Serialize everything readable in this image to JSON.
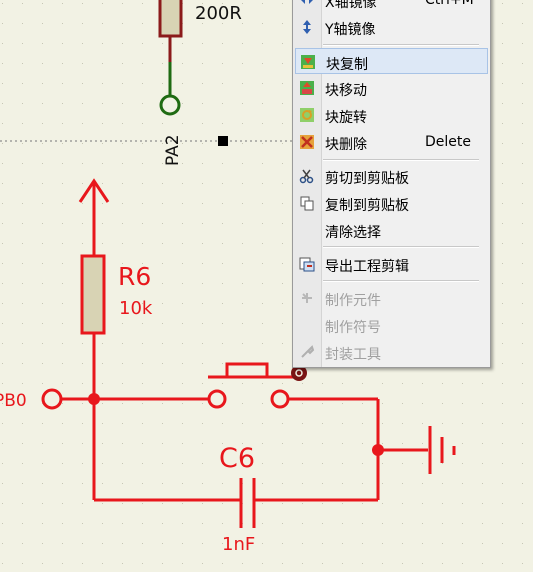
{
  "schematic": {
    "top_resistor_value": "200R",
    "top_net_label": "PA2",
    "r6_ref": "R6",
    "r6_value": "10k",
    "c6_ref": "C6",
    "c6_value": "1nF",
    "left_net_label": "PB0",
    "colors": {
      "grid": "#bdbdbd",
      "wire_red": "#e8171c",
      "wire_green": "#1f6b12",
      "body_fill": "#d8d3b4",
      "body_stroke_dark": "#7a1414",
      "background": "#f2f2e4"
    }
  },
  "context_menu": {
    "items": [
      {
        "label": "X轴镜像",
        "shortcut": "Ctrl+M",
        "icon": "mirror-x-icon",
        "enabled": true
      },
      {
        "label": "Y轴镜像",
        "shortcut": "",
        "icon": "mirror-y-icon",
        "enabled": true
      },
      {
        "label": "块复制",
        "shortcut": "",
        "icon": "block-copy-icon",
        "enabled": true,
        "highlighted": true
      },
      {
        "label": "块移动",
        "shortcut": "",
        "icon": "block-move-icon",
        "enabled": true
      },
      {
        "label": "块旋转",
        "shortcut": "",
        "icon": "block-rotate-icon",
        "enabled": true
      },
      {
        "label": "块删除",
        "shortcut": "Delete",
        "icon": "block-delete-icon",
        "enabled": true
      },
      {
        "label": "剪切到剪贴板",
        "shortcut": "",
        "icon": "scissors-icon",
        "enabled": true
      },
      {
        "label": "复制到剪贴板",
        "shortcut": "",
        "icon": "copy-icon",
        "enabled": true
      },
      {
        "label": "清除选择",
        "shortcut": "",
        "icon": "",
        "enabled": true
      },
      {
        "label": "导出工程剪辑",
        "shortcut": "",
        "icon": "export-icon",
        "enabled": true
      },
      {
        "label": "制作元件",
        "shortcut": "",
        "icon": "make-device-icon",
        "enabled": false
      },
      {
        "label": "制作符号",
        "shortcut": "",
        "icon": "",
        "enabled": false
      },
      {
        "label": "封装工具",
        "shortcut": "",
        "icon": "packaging-tool-icon",
        "enabled": false
      }
    ]
  }
}
